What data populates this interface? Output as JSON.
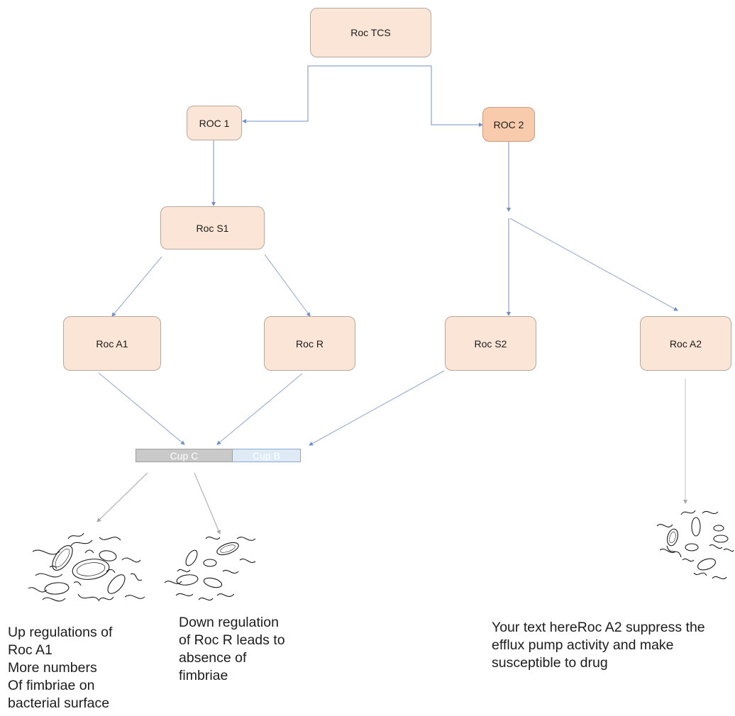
{
  "nodes": {
    "roc_tcs": "Roc TCS",
    "roc1": "ROC 1",
    "roc2": "ROC 2",
    "roc_s1": "Roc S1",
    "roc_a1": "Roc A1",
    "roc_r": "Roc R",
    "roc_s2": "Roc S2",
    "roc_a2": "Roc A2"
  },
  "bar": {
    "cup_c": "Cup C",
    "cup_b": "Cup B"
  },
  "captions": {
    "left": "Up regulations of\nRoc A1\nMore numbers\nOf fimbriae on\nbacterial surface",
    "middle": "Down regulation\nof Roc R leads to\nabsence of\nfimbriae",
    "right": "Your text hereRoc A2 suppress the\nefflux pump activity and make\nsusceptible to drug"
  },
  "colors": {
    "node_fill": "#fbe5d6",
    "node_highlight": "#f8cbad",
    "arrow_blue": "#6f8fc8",
    "arrow_gray": "#a6a6a6",
    "cup_c_fill": "#c9c9c9",
    "cup_b_fill": "#deebf7"
  },
  "illustration_icons": [
    "bacteria-cluster-fimbriae-icon",
    "bacteria-cluster-sparse-icon",
    "bacteria-cluster-right-icon"
  ]
}
